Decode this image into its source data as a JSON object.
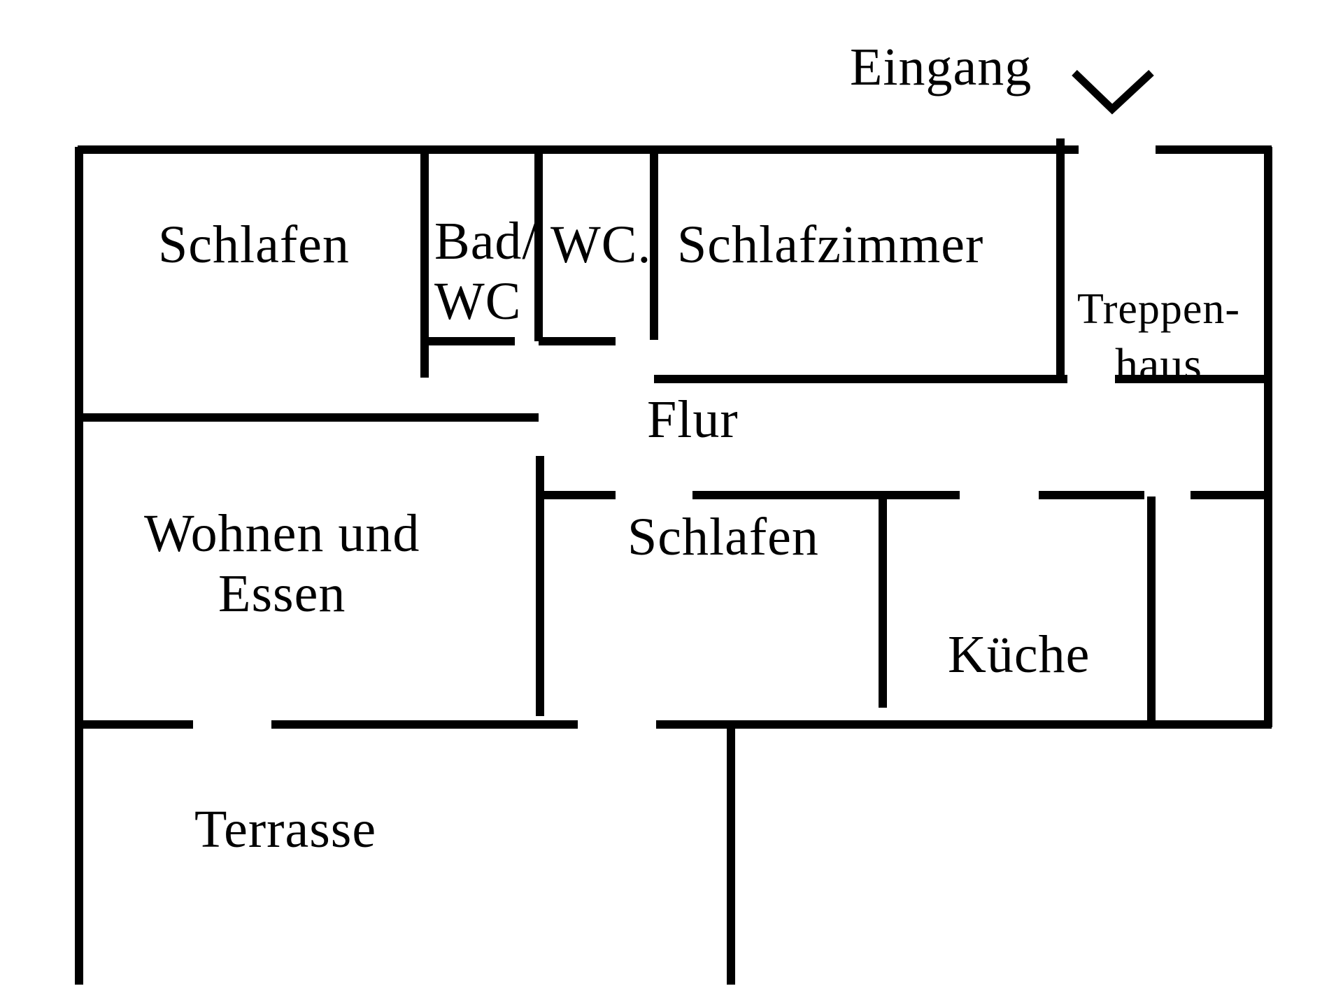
{
  "entrance": {
    "label": "Eingang",
    "icon": "entrance-chevron-icon"
  },
  "rooms": {
    "schlafen_1": "Schlafen",
    "bad_line1": "Bad/",
    "bad_line2": "WC",
    "wc": "WC.",
    "schlafzimmer": "Schlafzimmer",
    "treppenhaus_line1": "Treppen-",
    "treppenhaus_line2": "haus",
    "flur": "Flur",
    "wohnen_line1": "Wohnen und",
    "wohnen_line2": "Essen",
    "schlafen_2": "Schlafen",
    "kueche": "Küche",
    "terrasse": "Terrasse"
  },
  "colors": {
    "wall": "#000000",
    "background": "#ffffff"
  }
}
